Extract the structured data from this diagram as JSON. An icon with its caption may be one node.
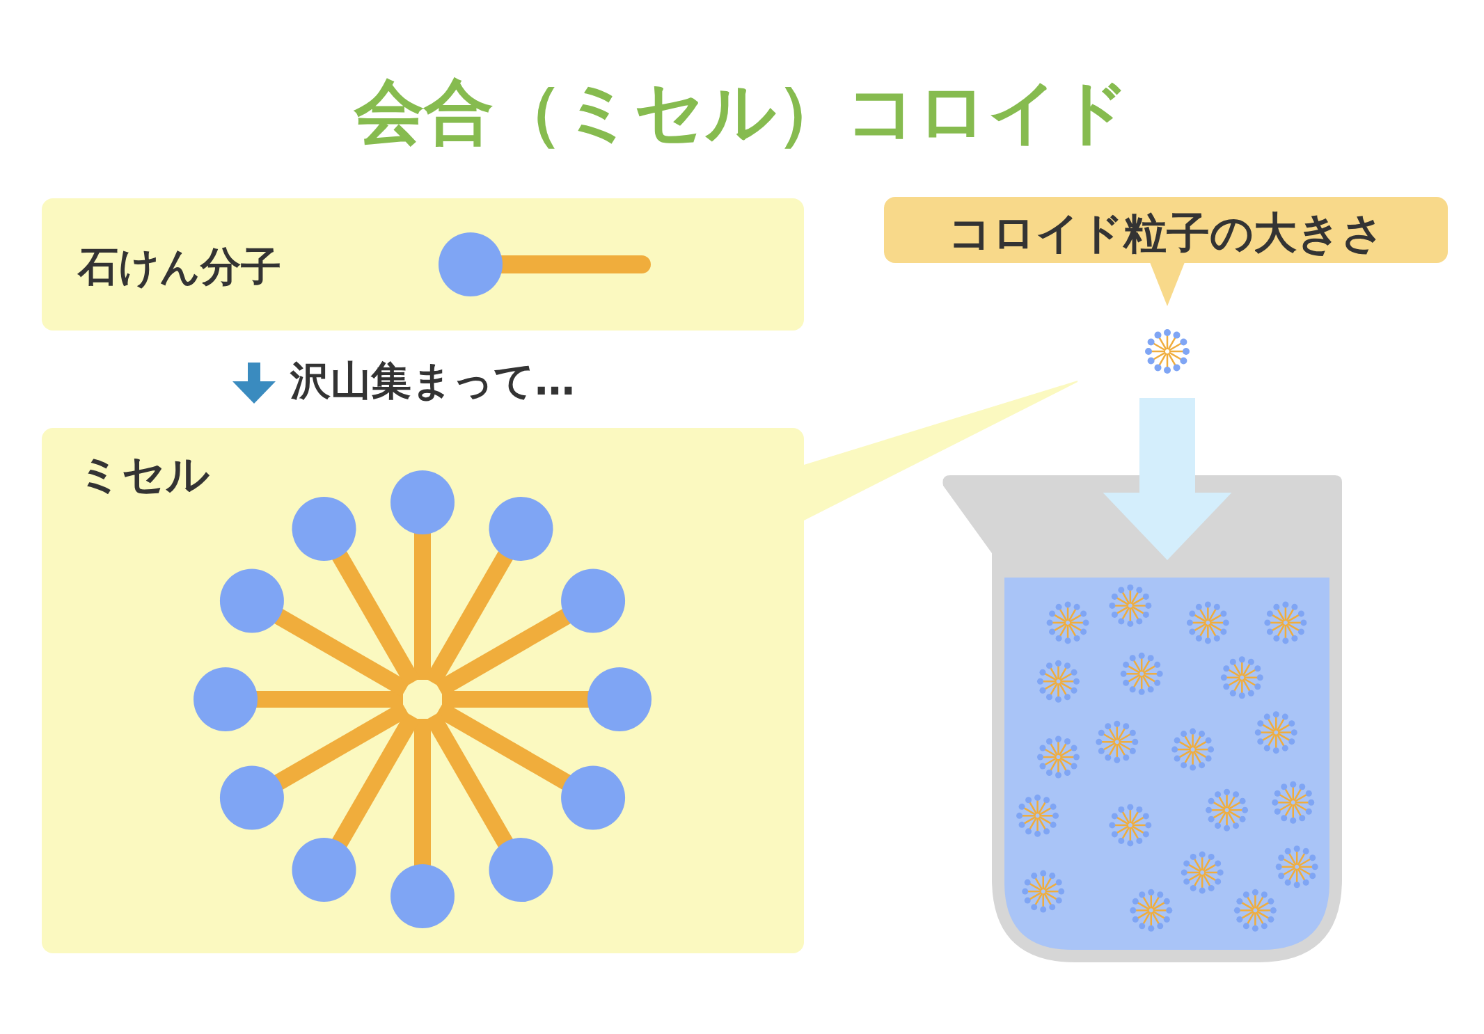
{
  "diagram": {
    "title": "会合（ミセル）コロイド",
    "nodes": [
      {
        "text": [
          "石けん分子"
        ]
      },
      {
        "text": [
          "ミセル"
        ]
      },
      {
        "text": [
          "コロイド粒子の大きさ"
        ]
      },
      {
        "text": [],
        "shape": "picture"
      },
      {
        "text": [],
        "shape": "picture"
      }
    ],
    "edges": [
      {
        "from": 0,
        "to": 1,
        "arrow": "to",
        "label": "沢山集まって…",
        "color": "#3a8bbf"
      },
      {
        "from": 1,
        "to": 3,
        "arrow": "none"
      },
      {
        "from": 2,
        "to": 3,
        "arrow": "to"
      },
      {
        "from": 3,
        "to": 4,
        "arrow": "to",
        "style": "thick",
        "color": "#d4eefc"
      }
    ]
  }
}
